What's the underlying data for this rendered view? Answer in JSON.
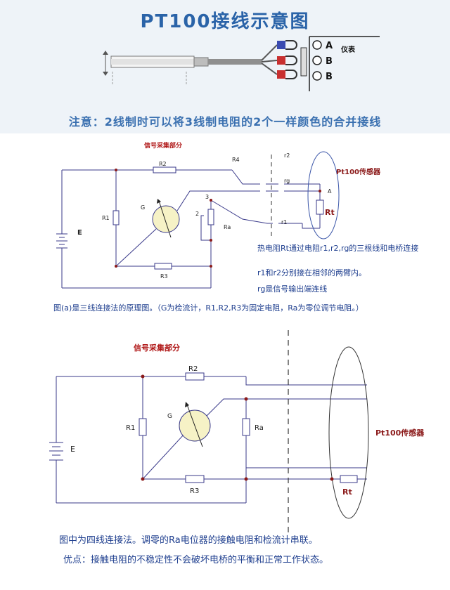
{
  "header": {
    "title": "PT100接线示意图",
    "note": "注意：2线制时可以将3线制电阻的2个一样颜色的合并接线"
  },
  "probe": {
    "terminal_a": "A",
    "terminal_b1": "B",
    "terminal_b2": "B",
    "instrument_label": "仪表",
    "colors": {
      "blue": "#3a4bb0",
      "red": "#c83030"
    }
  },
  "circuit1": {
    "section_label": "信号采集部分",
    "sensor_label": "Pt100传感器",
    "labels": {
      "r2": "R2",
      "r1": "R1",
      "r3": "R3",
      "r4": "R4",
      "g": "G",
      "e": "E",
      "ra": "Ra",
      "rt": "Rt",
      "wire_r2": "r2",
      "wire_rg": "rg",
      "wire_r1": "r1",
      "node_a": "A",
      "node_2": "2",
      "node_3": "3"
    },
    "notes": [
      "热电阻Rt通过电阻r1,r2,rg的三根线和电桥连接",
      "r1和r2分别接在相邻的两臂内。",
      "rg是信号输出端连线"
    ],
    "caption": "图(a)是三线连接法的原理图。（G为检流计，R1,R2,R3为固定电阻，Ra为零位调节电阻。）"
  },
  "circuit2": {
    "section_label": "信号采集部分",
    "sensor_label": "Pt100传感器",
    "labels": {
      "r2": "R2",
      "r1": "R1",
      "r3": "R3",
      "g": "G",
      "e": "E",
      "ra": "Ra",
      "rt": "Rt"
    },
    "description": "图中为四线连接法。调零的Ra电位器的接触电阻和检流计串联。",
    "advantage": "优点：接触电阻的不稳定性不会破坏电桥的平衡和正常工作状态。"
  },
  "colors": {
    "title": "#2a63a8",
    "wire": "#3a3a8a",
    "node": "#8b1a1a",
    "section_label": "#b01818",
    "text_blue": "#1f3f8f"
  }
}
